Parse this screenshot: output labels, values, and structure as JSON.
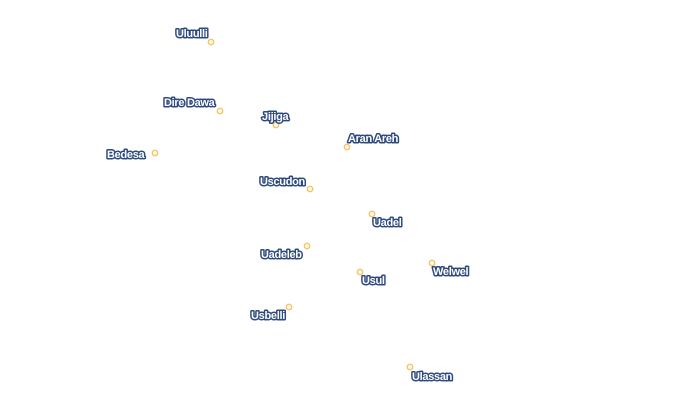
{
  "map": {
    "places": [
      {
        "name": "Uluulli"
      },
      {
        "name": "Dire Dawa"
      },
      {
        "name": "Jijiga"
      },
      {
        "name": "Aran Areh"
      },
      {
        "name": "Bedesa"
      },
      {
        "name": "Uscudon"
      },
      {
        "name": "Uadel"
      },
      {
        "name": "Uadeleb"
      },
      {
        "name": "Welwel"
      },
      {
        "name": "Usul"
      },
      {
        "name": "Usbelli"
      },
      {
        "name": "Ulassan"
      }
    ],
    "colors": {
      "label_fill": "#ffffff",
      "label_halo": "#2e4a7d",
      "marker_fill": "#fdf6e6",
      "marker_stroke": "#f1c05a",
      "background": "#ffffff"
    }
  }
}
